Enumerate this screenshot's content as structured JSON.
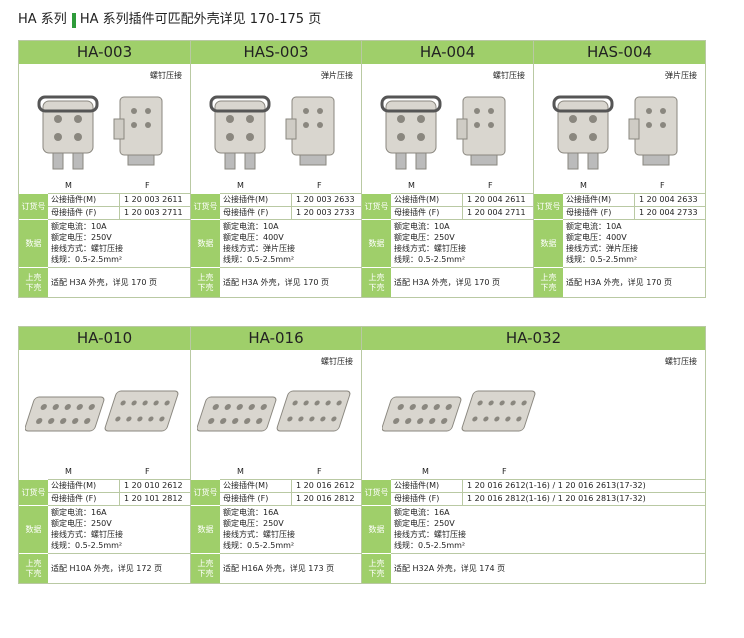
{
  "header": {
    "prefix": "HA 系列",
    "rest": "HA 系列插件可匹配外壳详见 170-175 页"
  },
  "labels": {
    "order": "订货号",
    "data": "数据",
    "shell": "上壳\n下壳",
    "m": "M",
    "f": "F"
  },
  "cards": [
    {
      "title": "HA-003",
      "method": "螺钉压接",
      "orders": [
        {
          "k": "公接插件(M)",
          "v": "1 20 003 2611"
        },
        {
          "k": "母接插件 (F)",
          "v": "1 20 003 2711"
        }
      ],
      "data": [
        "额定电流：10A",
        "额定电压：250V",
        "接线方式：螺钉压接",
        "线规：0.5-2.5mm²"
      ],
      "fit": "适配 H3A 外壳，详见 170 页"
    },
    {
      "title": "HAS-003",
      "method": "弹片压接",
      "orders": [
        {
          "k": "公接插件(M)",
          "v": "1 20 003 2633"
        },
        {
          "k": "母接插件 (F)",
          "v": "1 20 003 2733"
        }
      ],
      "data": [
        "额定电流：10A",
        "额定电压：400V",
        "接线方式：弹片压接",
        "线规：0.5-2.5mm²"
      ],
      "fit": "适配 H3A 外壳，详见 170 页"
    },
    {
      "title": "HA-004",
      "method": "螺钉压接",
      "orders": [
        {
          "k": "公接插件(M)",
          "v": "1 20 004 2611"
        },
        {
          "k": "母接插件 (F)",
          "v": "1 20 004 2711"
        }
      ],
      "data": [
        "额定电流：10A",
        "额定电压：250V",
        "接线方式：螺钉压接",
        "线规：0.5-2.5mm²"
      ],
      "fit": "适配 H3A 外壳，详见 170 页"
    },
    {
      "title": "HAS-004",
      "method": "弹片压接",
      "orders": [
        {
          "k": "公接插件(M)",
          "v": "1 20 004 2633"
        },
        {
          "k": "母接插件 (F)",
          "v": "1 20 004 2733"
        }
      ],
      "data": [
        "额定电流：10A",
        "额定电压：400V",
        "接线方式：弹片压接",
        "线规：0.5-2.5mm²"
      ],
      "fit": "适配 H3A 外壳，详见 170 页"
    },
    {
      "title": "HA-010",
      "method": "",
      "orders": [
        {
          "k": "公接插件(M)",
          "v": "1 20 010 2612"
        },
        {
          "k": "母接插件 (F)",
          "v": "1 20 101 2812"
        }
      ],
      "data": [
        "额定电流：16A",
        "额定电压：250V",
        "接线方式：螺钉压接",
        "线规：0.5-2.5mm²"
      ],
      "fit": "适配 H10A 外壳，详见 172 页"
    },
    {
      "title": "HA-016",
      "method": "螺钉压接",
      "orders": [
        {
          "k": "公接插件(M)",
          "v": "1 20 016 2612"
        },
        {
          "k": "母接插件 (F)",
          "v": "1 20 016 2812"
        }
      ],
      "data": [
        "额定电流：16A",
        "额定电压：250V",
        "接线方式：螺钉压接",
        "线规：0.5-2.5mm²"
      ],
      "fit": "适配 H16A 外壳，详见 173 页"
    },
    {
      "title": "HA-032",
      "method": "螺钉压接",
      "orders": [
        {
          "k": "公接插件(M)",
          "v": "1 20 016 2612(1-16) / 1 20 016 2613(17-32)"
        },
        {
          "k": "母接插件 (F)",
          "v": "1 20 016 2812(1-16) / 1 20 016 2813(17-32)"
        }
      ],
      "data": [
        "额定电流：16A",
        "额定电压：250V",
        "接线方式：螺钉压接",
        "线规：0.5-2.5mm²"
      ],
      "fit": "适配 H32A 外壳，详见 174 页"
    }
  ]
}
